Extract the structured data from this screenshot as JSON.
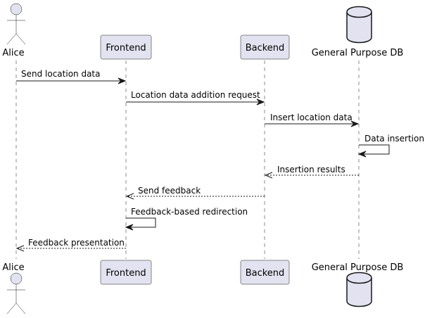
{
  "participants": {
    "alice": {
      "label": "Alice",
      "kind": "actor"
    },
    "frontend": {
      "label": "Frontend",
      "kind": "participant"
    },
    "backend": {
      "label": "Backend",
      "kind": "participant"
    },
    "db": {
      "label": "General Purpose DB",
      "kind": "database"
    }
  },
  "messages": [
    {
      "from": "alice",
      "to": "frontend",
      "label": "Send location data",
      "style": "solid"
    },
    {
      "from": "frontend",
      "to": "backend",
      "label": "Location data addition request",
      "style": "solid"
    },
    {
      "from": "backend",
      "to": "db",
      "label": "Insert location data",
      "style": "solid"
    },
    {
      "from": "db",
      "to": "db",
      "label": "Data insertion",
      "style": "solid"
    },
    {
      "from": "db",
      "to": "backend",
      "label": "Insertion results",
      "style": "dashed"
    },
    {
      "from": "backend",
      "to": "frontend",
      "label": "Send feedback",
      "style": "dashed"
    },
    {
      "from": "frontend",
      "to": "frontend",
      "label": "Feedback-based redirection",
      "style": "solid"
    },
    {
      "from": "frontend",
      "to": "alice",
      "label": "Feedback presentation",
      "style": "dashed"
    }
  ],
  "colors": {
    "participant_fill": "#e2e2f0",
    "line": "#181818"
  }
}
